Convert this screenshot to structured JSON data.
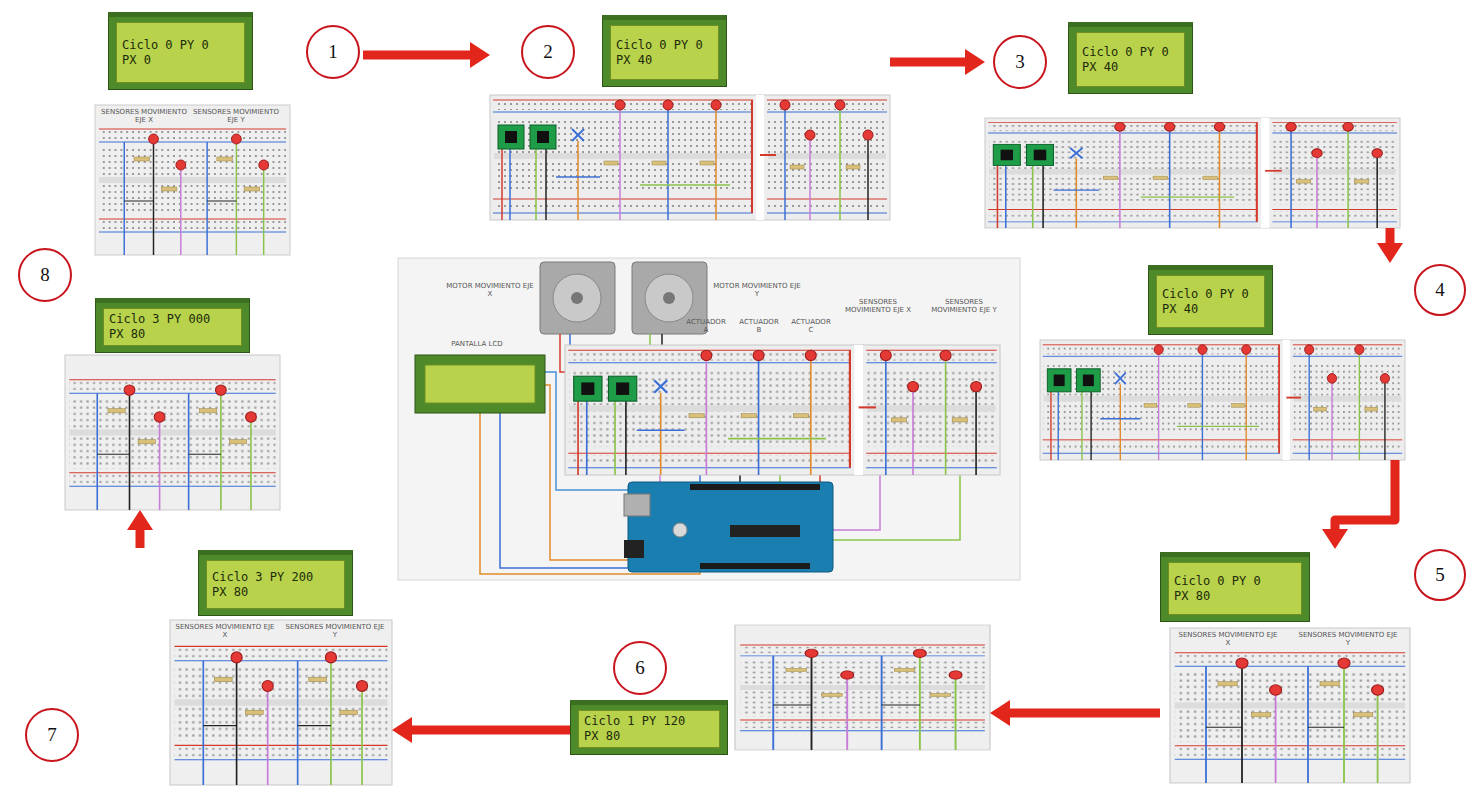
{
  "diagram": {
    "nodes": [
      {
        "text": [
          "Ciclo 0 PY 0",
          "PX 0"
        ]
      },
      {
        "text": [
          "1"
        ],
        "in": 0
      },
      {
        "text": [
          "Ciclo 0 PY 0",
          "PX 40"
        ]
      },
      {
        "text": [
          "2"
        ],
        "in": 2
      },
      {
        "text": [
          "Ciclo 0 PY 0",
          "PX 40"
        ]
      },
      {
        "text": [
          "3"
        ],
        "in": 4
      },
      {
        "text": [
          "Ciclo 0 PY 0",
          "PX 40"
        ]
      },
      {
        "text": [
          "4"
        ],
        "in": 6
      },
      {
        "text": [
          "Ciclo 0 PY 0",
          "PX 80"
        ]
      },
      {
        "text": [
          "5"
        ],
        "in": 8
      },
      {
        "text": [
          "Ciclo 1 PY 120",
          "PX 80"
        ]
      },
      {
        "text": [
          "6"
        ],
        "in": 10
      },
      {
        "text": [
          "Ciclo 3 PY 200",
          "PX 80"
        ]
      },
      {
        "text": [
          "7"
        ],
        "in": 12
      },
      {
        "text": [
          "Ciclo 3 PY 000",
          "PX 80"
        ]
      },
      {
        "text": [
          "8"
        ],
        "in": 14
      }
    ],
    "edges": [
      {
        "from": 0,
        "to": 2,
        "arrow": "to"
      },
      {
        "from": 2,
        "to": 4,
        "arrow": "to"
      },
      {
        "from": 4,
        "to": 6,
        "arrow": "to"
      },
      {
        "from": 6,
        "to": 8,
        "arrow": "to"
      },
      {
        "from": 8,
        "to": 10,
        "arrow": "to"
      },
      {
        "from": 10,
        "to": 12,
        "arrow": "to"
      },
      {
        "from": 12,
        "to": 14,
        "arrow": "to"
      }
    ],
    "labels": [
      "SENSORES MOVIMIENTO EJE X",
      "SENSORES MOVIMIENTO EJE Y",
      "MOTOR MOVIMIENTO EJE X",
      "MOTOR MOVIMIENTO EJE Y",
      "PANTALLA LCD",
      "ACTUADOR A",
      "ACTUADOR B",
      "ACTUADOR C",
      "SENSORES MOVIMIENTO EJE X",
      "SENSORES MOVIMIENTO EJE Y",
      "SENSORES MOVIMIENTO EJE X",
      "SENSORES MOVIMIENTO EJE Y",
      "SENSORES MOVIMIENTO EJE X",
      "SENSORES MOVIMIENTO EJE Y"
    ]
  }
}
